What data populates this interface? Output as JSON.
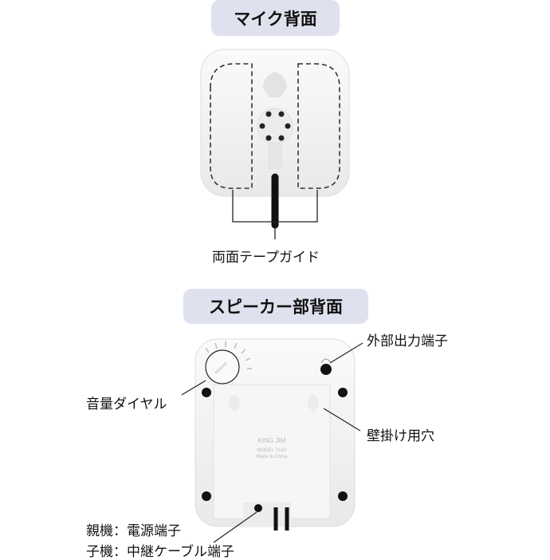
{
  "mic_section": {
    "title": "マイク背面",
    "labels": {
      "tape_guide": "両面テープガイド"
    }
  },
  "speaker_section": {
    "title": "スピーカー部背面",
    "labels": {
      "external_output": "外部出力端子",
      "volume_dial": "音量ダイヤル",
      "wall_hole": "壁掛け用穴",
      "parent_power": "親機：電源端子",
      "child_cable": "子機：中継ケーブル端子"
    },
    "product_marking": {
      "brand": "KING JIM",
      "model": "MODEL TK10",
      "origin": "Made in China"
    }
  }
}
